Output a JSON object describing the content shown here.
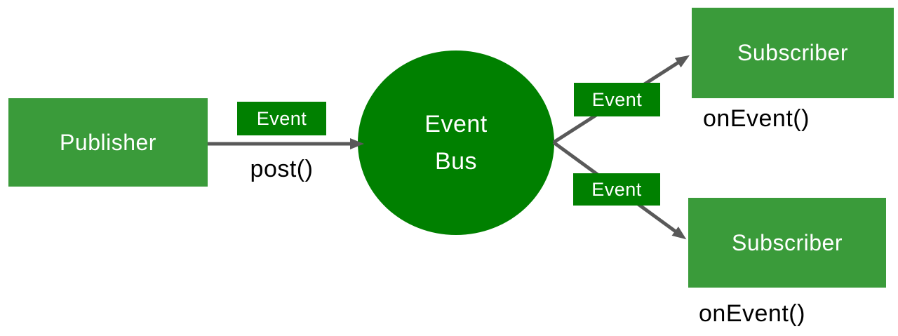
{
  "colors": {
    "node_green": "#3A9B3A",
    "bus_green": "#008000",
    "arrow_gray": "#595959",
    "label_black": "#000000",
    "text_white": "#ffffff"
  },
  "diagram": {
    "publisher": {
      "label": "Publisher"
    },
    "post_flow": {
      "badge": "Event",
      "method": "post()"
    },
    "bus": {
      "line1": "Event",
      "line2": "Bus"
    },
    "subscribers": [
      {
        "badge": "Event",
        "label": "Subscriber",
        "method": "onEvent()"
      },
      {
        "badge": "Event",
        "label": "Subscriber",
        "method": "onEvent()"
      }
    ]
  }
}
